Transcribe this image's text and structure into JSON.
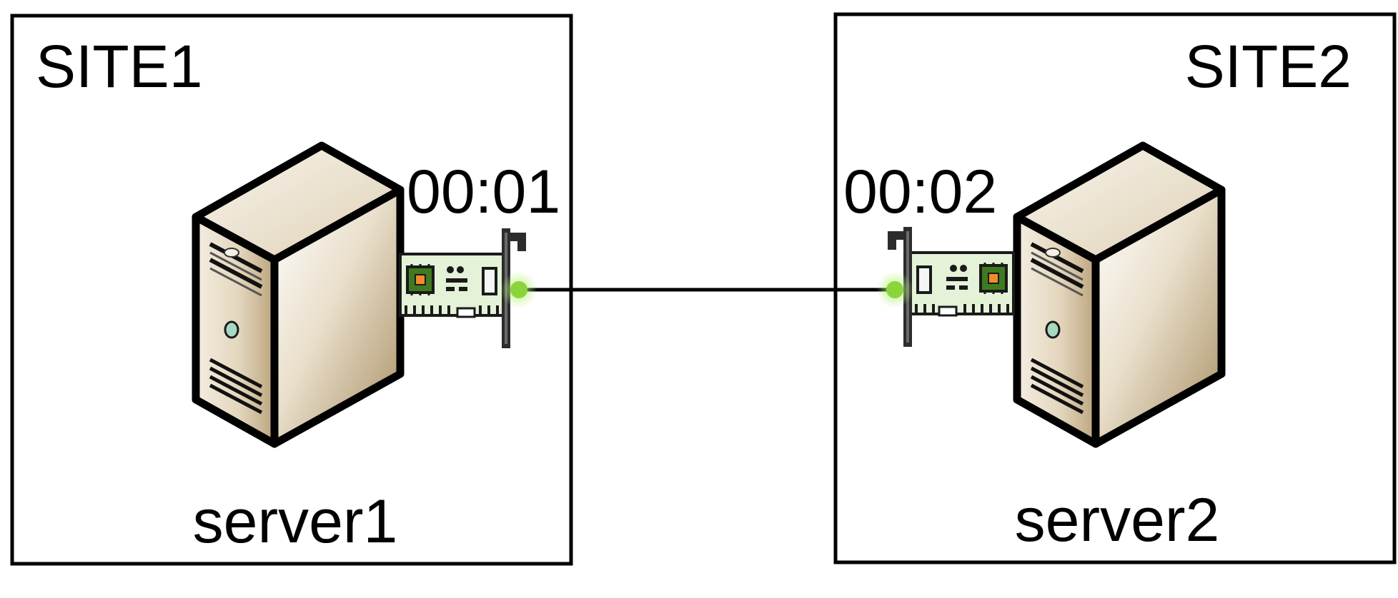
{
  "sites": [
    {
      "title": "SITE1",
      "server": {
        "name": "server1"
      },
      "nic": {
        "mac_suffix": "00:01"
      }
    },
    {
      "title": "SITE2",
      "server": {
        "name": "server2"
      },
      "nic": {
        "mac_suffix": "00:02"
      }
    }
  ],
  "colors": {
    "frame": "#000000",
    "link": "#000000",
    "port_light": "#8cd43c",
    "nic_board": "#e6f3dc",
    "nic_chip": "#3f7a1f",
    "server_body": "#cfc1a3"
  },
  "icons": [
    "server-tower-icon",
    "network-card-icon",
    "port-led-icon"
  ]
}
